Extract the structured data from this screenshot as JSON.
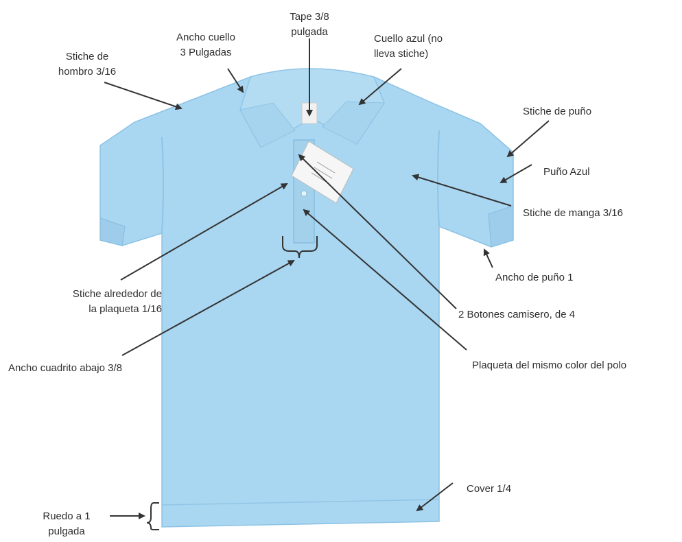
{
  "colors": {
    "shirt": "#a9d6f0",
    "shirt_shade": "#8fc4e6",
    "shirt_dark": "#7fb6da",
    "arrow": "#333333",
    "tag": "#f4f4f4"
  },
  "labels": {
    "stiche_hombro": [
      "Stiche de",
      "hombro 3/16"
    ],
    "ancho_cuello": [
      "Ancho cuello",
      "3 Pulgadas"
    ],
    "tape": [
      "Tape 3/8",
      "pulgada"
    ],
    "cuello_azul": [
      "Cuello azul (no",
      "lleva stiche)"
    ],
    "stiche_puno": "Stiche de puño",
    "puno_azul": "Puño Azul",
    "stiche_manga": "Stiche de manga 3/16",
    "ancho_puno": "Ancho de puño 1",
    "stiche_plaqueta": [
      "Stiche alrededor de",
      "la plaqueta 1/16"
    ],
    "botones": "2 Botones camisero, de 4",
    "ancho_cuadrito": "Ancho cuadrito abajo 3/8",
    "plaqueta": "Plaqueta del mismo color del polo",
    "cover": "Cover 1/4",
    "ruedo": [
      "Ruedo a 1",
      "pulgada"
    ]
  }
}
